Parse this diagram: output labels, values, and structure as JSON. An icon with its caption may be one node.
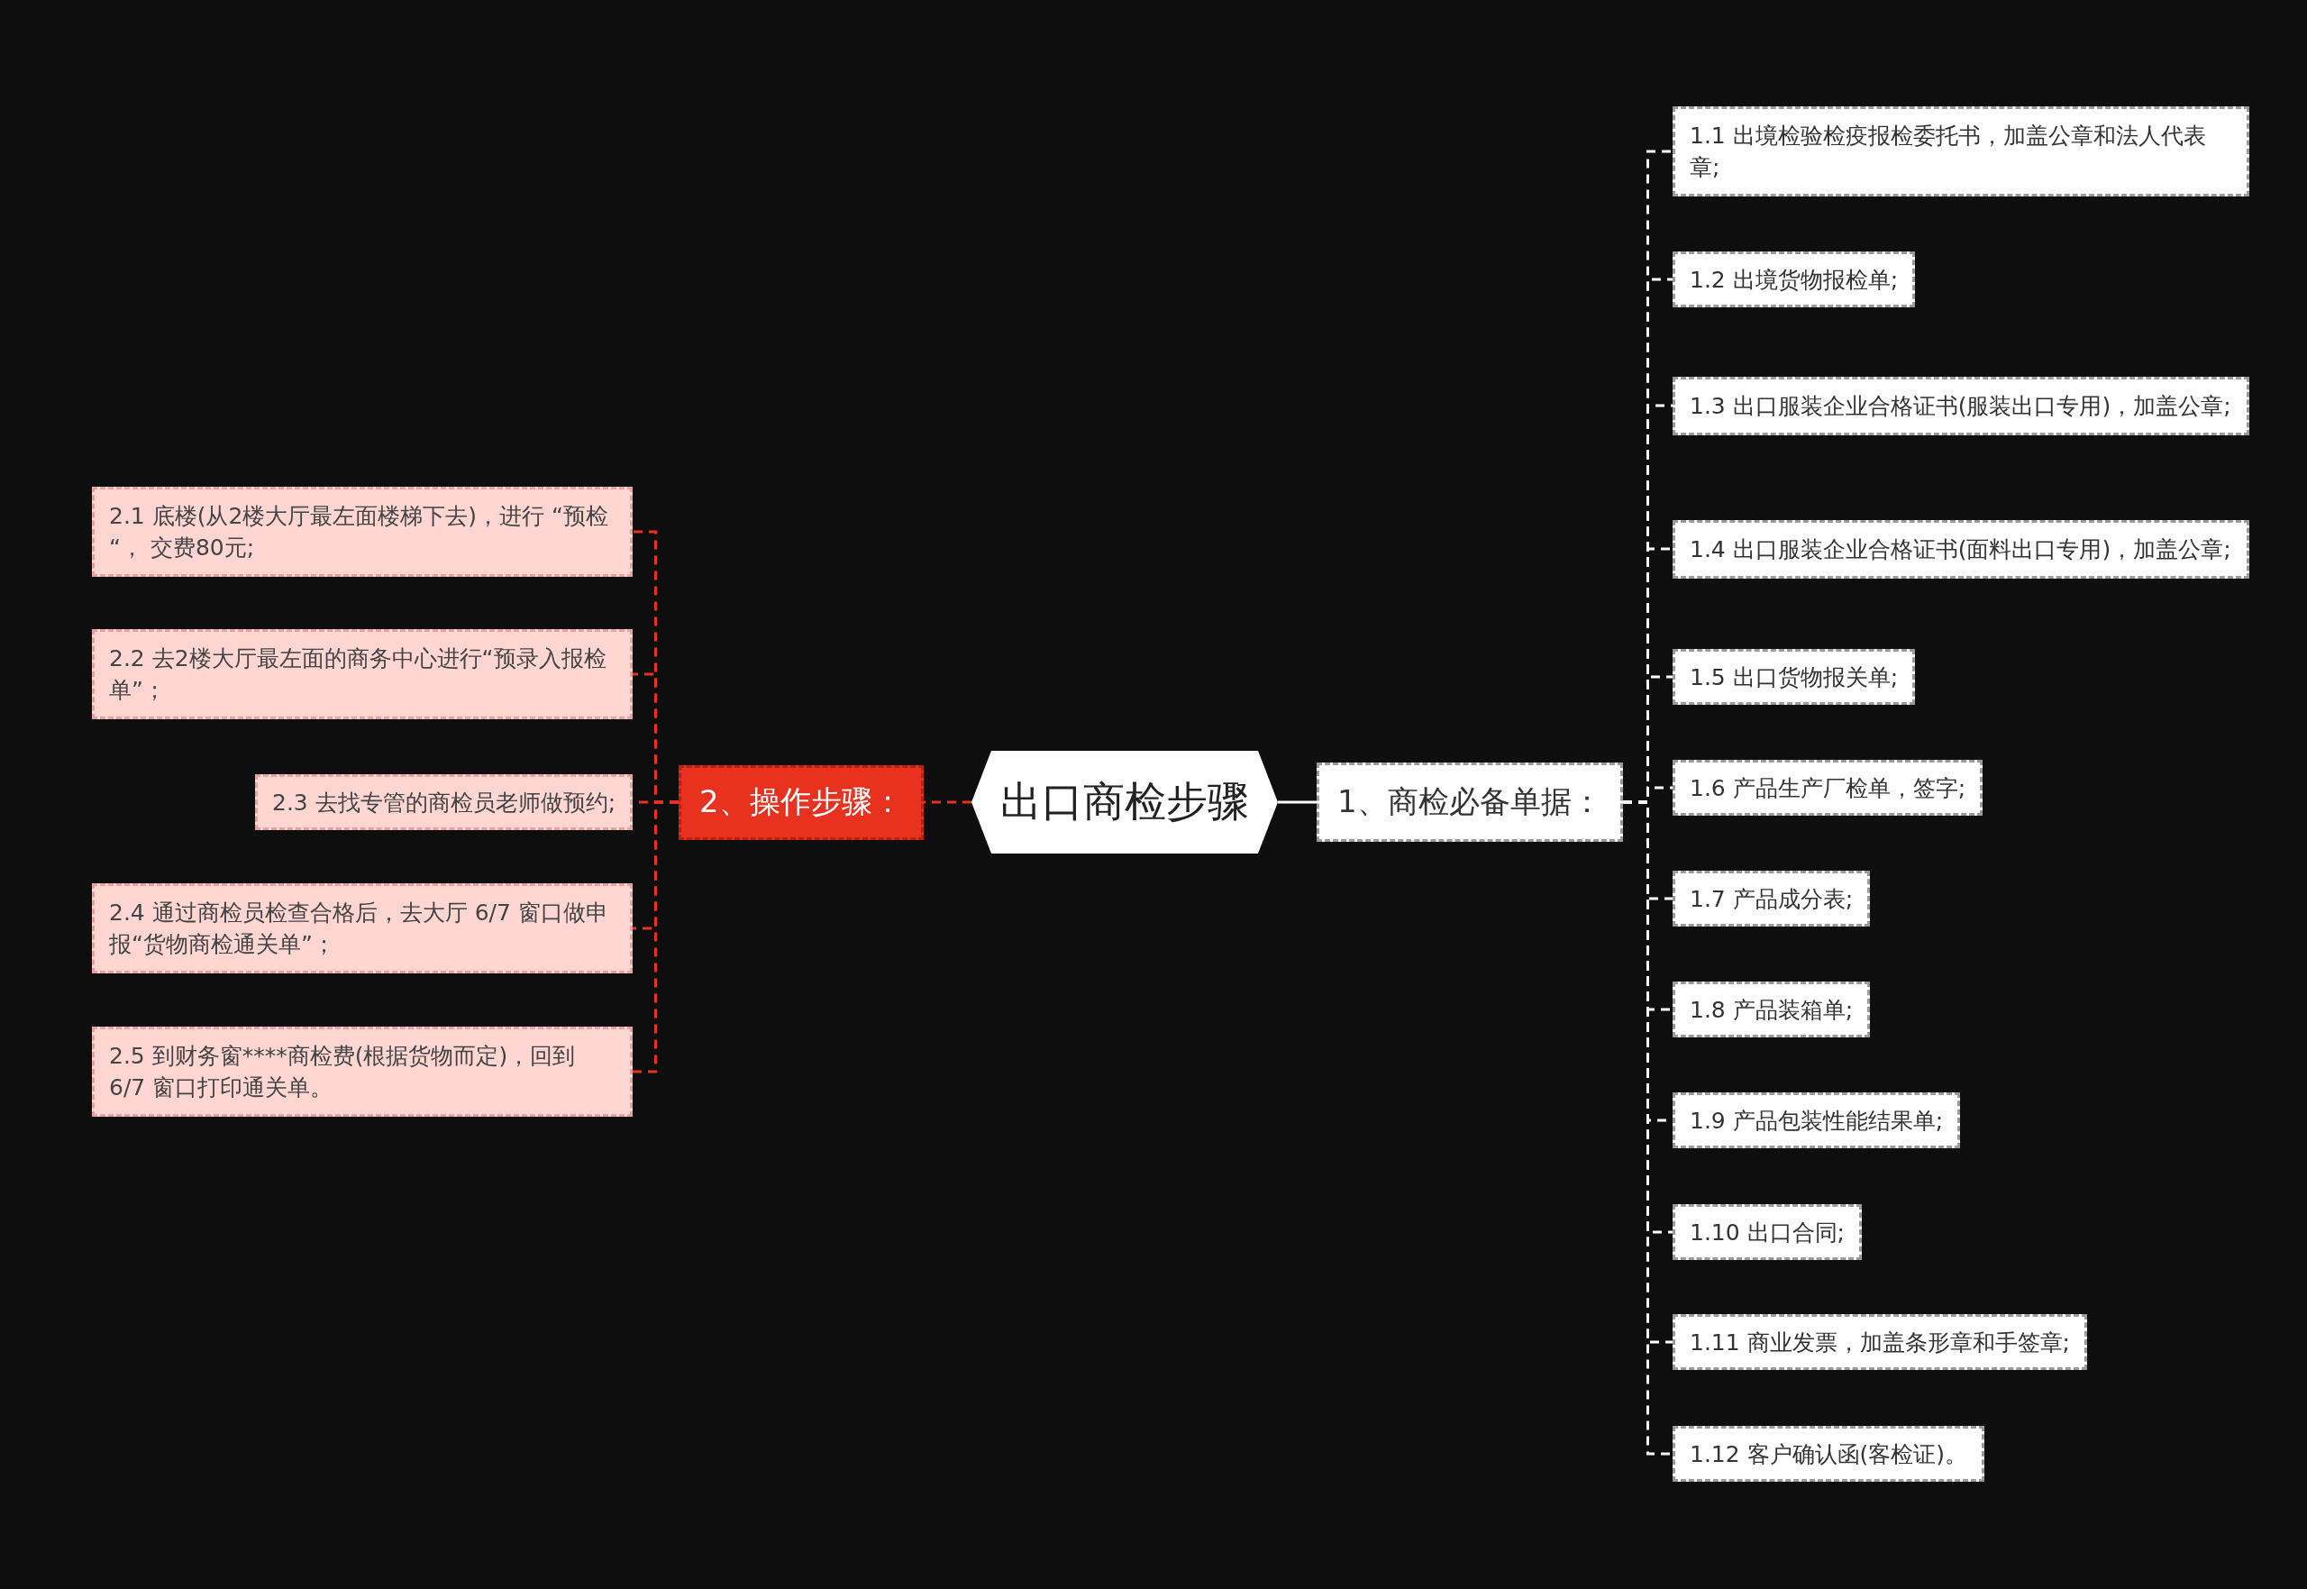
{
  "diagram": {
    "nodes": [
      {
        "text": [
          "出口商检步骤"
        ]
      },
      {
        "text": [
          "1、商检必备单据："
        ]
      },
      {
        "text": [
          "1.1 出境检验检疫报检委托书，加盖公章和法人代表章;"
        ]
      },
      {
        "text": [
          "1.2 出境货物报检单;"
        ]
      },
      {
        "text": [
          "1.3 出口服装企业合格证书(服装出口专用)，加盖公章;"
        ]
      },
      {
        "text": [
          "1.4 出口服装企业合格证书(面料出口专用)，加盖公章;"
        ]
      },
      {
        "text": [
          "1.5 出口货物报关单;"
        ]
      },
      {
        "text": [
          "1.6 产品生产厂检单，签字;"
        ]
      },
      {
        "text": [
          "1.7 产品成分表;"
        ]
      },
      {
        "text": [
          "1.8 产品装箱单;"
        ]
      },
      {
        "text": [
          "1.9 产品包装性能结果单;"
        ]
      },
      {
        "text": [
          "1.10 出口合同;"
        ]
      },
      {
        "text": [
          "1.11 商业发票，加盖条形章和手签章;"
        ]
      },
      {
        "text": [
          "1.12 客户确认函(客检证)。"
        ]
      },
      {
        "text": [
          "2、操作步骤："
        ]
      },
      {
        "text": [
          "2.1 底楼(从2楼大厅最左面楼梯下去)，进行 “预检 “， 交费80元;"
        ]
      },
      {
        "text": [
          "2.2 去2楼大厅最左面的商务中心进行“预录入报检单”；"
        ]
      },
      {
        "text": [
          "2.3 去找专管的商检员老师做预约;"
        ]
      },
      {
        "text": [
          "2.4 通过商检员检查合格后，去大厅 6/7 窗口做申报“货物商检通关单”；"
        ]
      },
      {
        "text": [
          "2.5 到财务窗****商检费(根据货物而定)，回到 6/7 窗口打印通关单。"
        ]
      }
    ],
    "edges": [
      {
        "from": 0,
        "to": 1,
        "arrow": "none"
      },
      {
        "from": 1,
        "to": 2,
        "arrow": "none",
        "style": "dashed"
      },
      {
        "from": 1,
        "to": 3,
        "arrow": "none",
        "style": "dashed"
      },
      {
        "from": 1,
        "to": 4,
        "arrow": "none",
        "style": "dashed"
      },
      {
        "from": 1,
        "to": 5,
        "arrow": "none",
        "style": "dashed"
      },
      {
        "from": 1,
        "to": 6,
        "arrow": "none",
        "style": "dashed"
      },
      {
        "from": 1,
        "to": 7,
        "arrow": "none",
        "style": "dashed"
      },
      {
        "from": 1,
        "to": 8,
        "arrow": "none",
        "style": "dashed"
      },
      {
        "from": 1,
        "to": 9,
        "arrow": "none",
        "style": "dashed"
      },
      {
        "from": 1,
        "to": 10,
        "arrow": "none",
        "style": "dashed"
      },
      {
        "from": 1,
        "to": 11,
        "arrow": "none",
        "style": "dashed"
      },
      {
        "from": 1,
        "to": 12,
        "arrow": "none",
        "style": "dashed"
      },
      {
        "from": 1,
        "to": 13,
        "arrow": "none",
        "style": "dashed"
      },
      {
        "from": 0,
        "to": 14,
        "arrow": "none",
        "style": "dashed",
        "color": "#e8321f"
      },
      {
        "from": 14,
        "to": 15,
        "arrow": "none",
        "style": "dashed",
        "color": "#e8321f"
      },
      {
        "from": 14,
        "to": 16,
        "arrow": "none",
        "style": "dashed",
        "color": "#e8321f"
      },
      {
        "from": 14,
        "to": 17,
        "arrow": "none",
        "style": "dashed",
        "color": "#e8321f"
      },
      {
        "from": 14,
        "to": 18,
        "arrow": "none",
        "style": "dashed",
        "color": "#e8321f"
      },
      {
        "from": 14,
        "to": 19,
        "arrow": "none",
        "style": "dashed",
        "color": "#e8321f"
      }
    ]
  }
}
